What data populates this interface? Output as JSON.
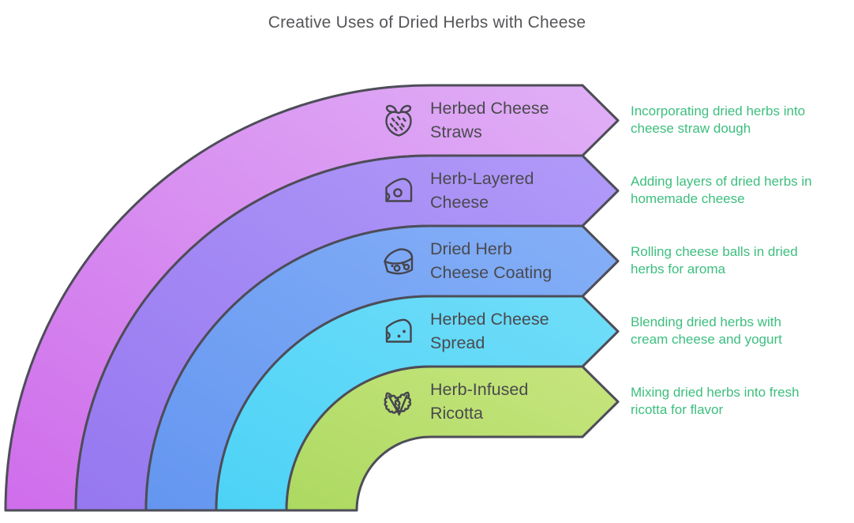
{
  "title": "Creative Uses of Dried Herbs with Cheese",
  "colors": {
    "background": "#ffffff",
    "outline": "#4d4d58",
    "page_title_text": "#56565a",
    "item_title_text": "#4a4a4e",
    "description_text": "#3dbe7e"
  },
  "items": [
    {
      "icon": "strawberry-icon",
      "title_line1": "Herbed Cheese",
      "title_line2": "Straws",
      "desc_line1": "Incorporating dried herbs into",
      "desc_line2": "cheese straw dough",
      "color_from": "#cf6deb",
      "color_to": "#e0b0f6"
    },
    {
      "icon": "cheese-wedge-hole-icon",
      "title_line1": "Herb-Layered",
      "title_line2": "Cheese",
      "desc_line1": "Adding layers of dried herbs in",
      "desc_line2": "homemade cheese",
      "color_from": "#9677f0",
      "color_to": "#b09af8"
    },
    {
      "icon": "cheese-block-holes-icon",
      "title_line1": "Dried Herb",
      "title_line2": "Cheese Coating",
      "desc_line1": "Rolling cheese balls in dried",
      "desc_line2": "herbs for aroma",
      "color_from": "#6496f0",
      "color_to": "#85aff7"
    },
    {
      "icon": "cheese-wedge-dots-icon",
      "title_line1": "Herbed Cheese",
      "title_line2": "Spread",
      "desc_line1": "Blending dried herbs with",
      "desc_line2": "cream cheese and yogurt",
      "color_from": "#4cd2f6",
      "color_to": "#70ddf9"
    },
    {
      "icon": "oak-leaves-icon",
      "title_line1": "Herb-Infused",
      "title_line2": "Ricotta",
      "desc_line1": "Mixing dried herbs into fresh",
      "desc_line2": "ricotta for flavor",
      "color_from": "#acd961",
      "color_to": "#c7e57e"
    }
  ]
}
